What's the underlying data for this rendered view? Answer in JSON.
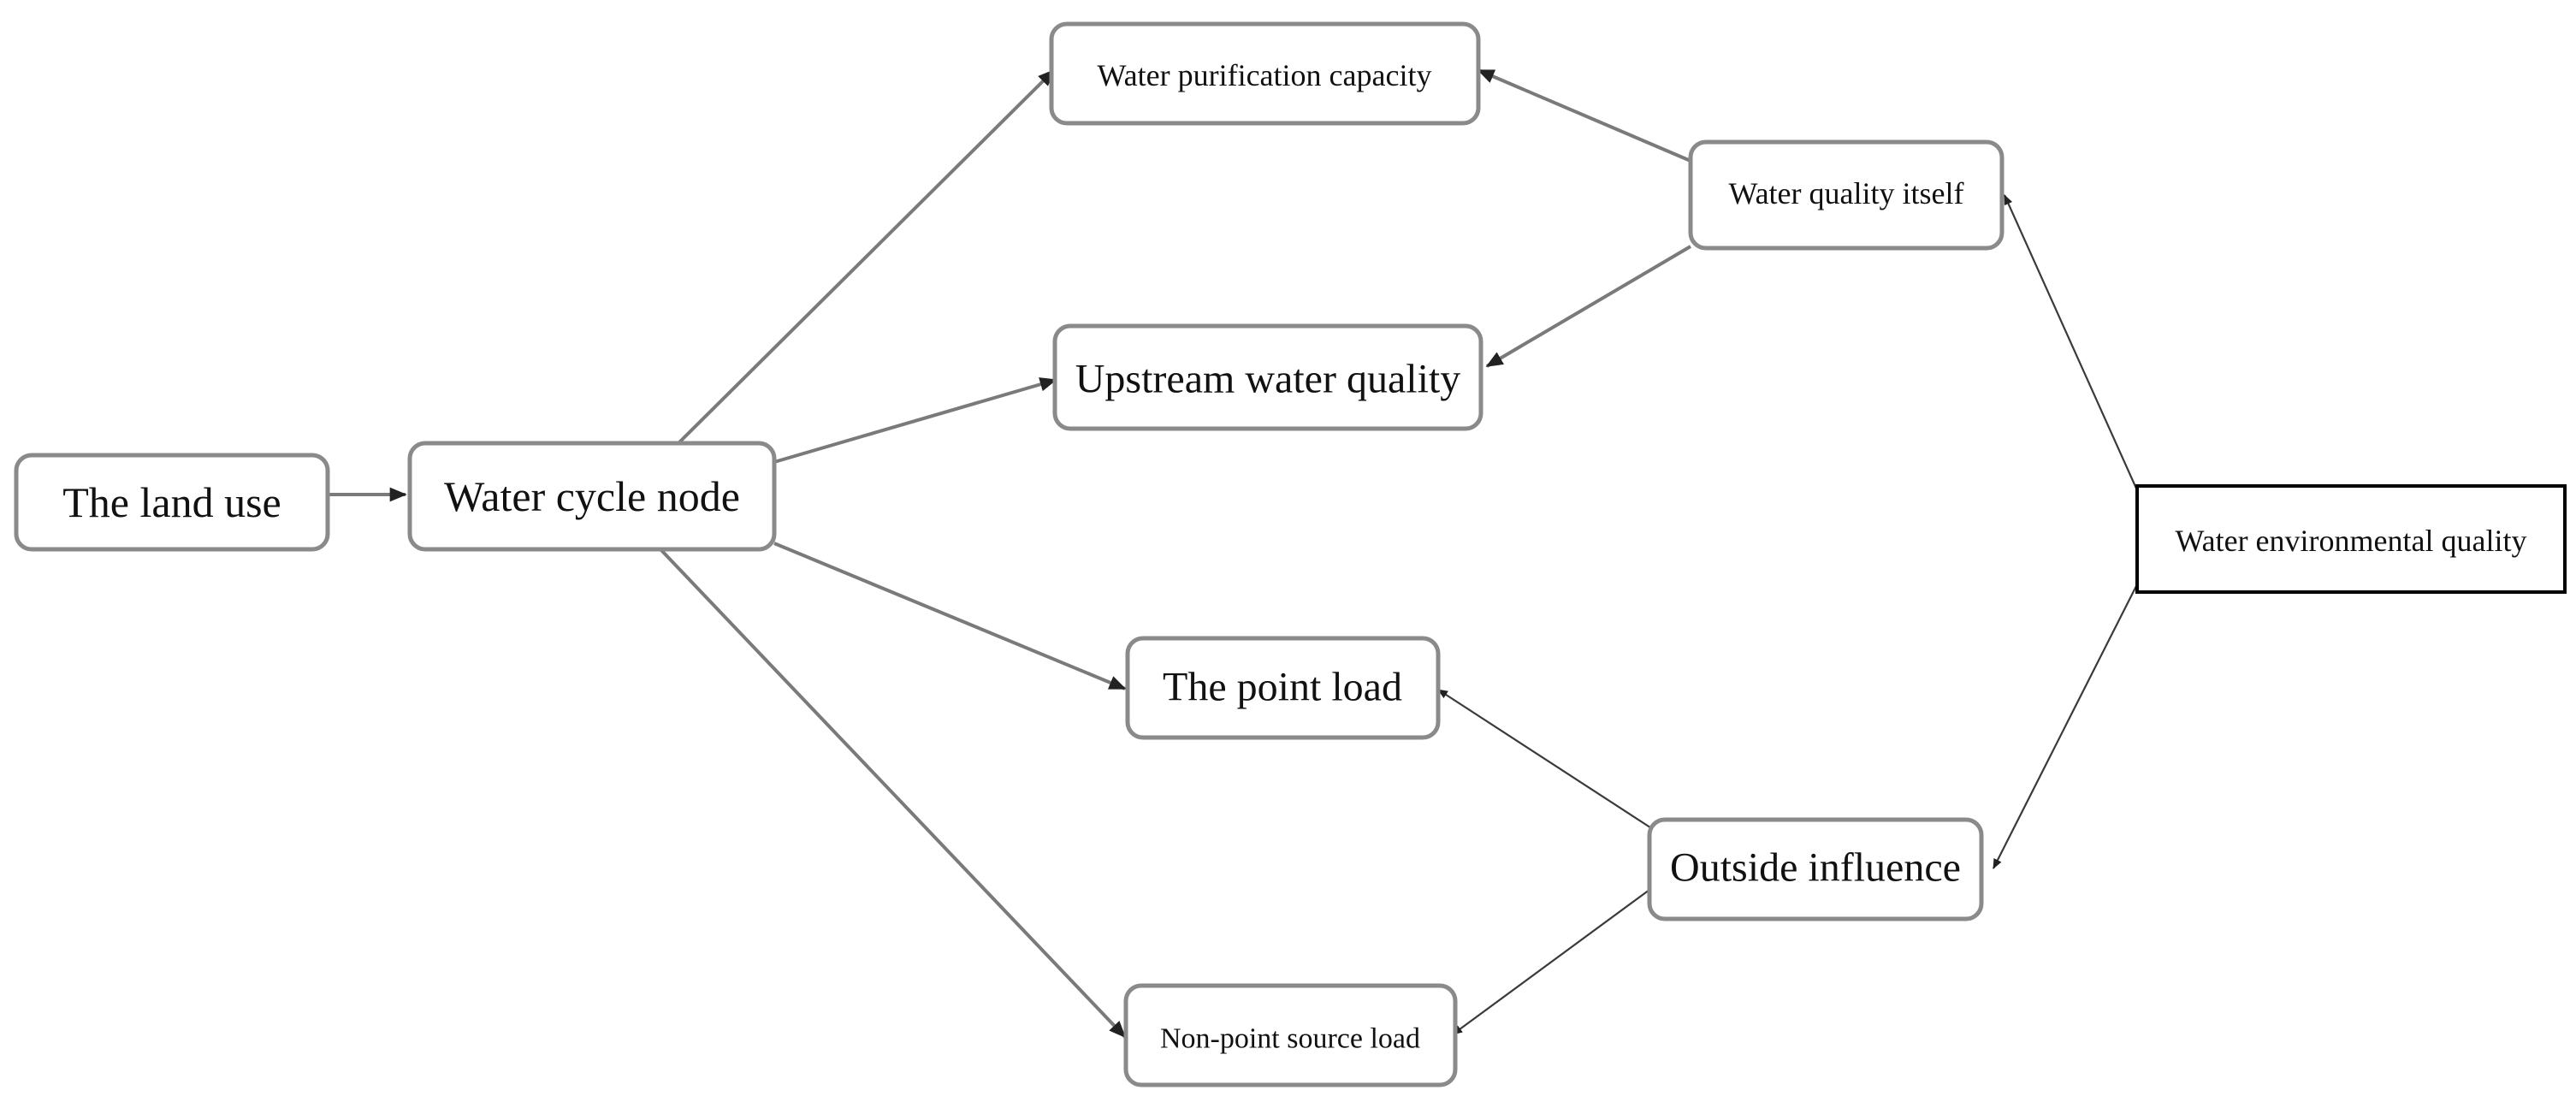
{
  "nodes": {
    "land_use": "The land use",
    "water_cycle_node": "Water cycle node",
    "water_purification": "Water purification capacity",
    "upstream_quality": "Upstream water quality",
    "point_load": "The point load",
    "non_point_load": "Non-point source load",
    "water_quality_itself": "Water quality itself",
    "outside_influence": "Outside influence",
    "water_env_quality": "Water environmental quality"
  },
  "edges": [
    {
      "from": "land_use",
      "to": "water_cycle_node"
    },
    {
      "from": "water_cycle_node",
      "to": "water_purification"
    },
    {
      "from": "water_cycle_node",
      "to": "upstream_quality"
    },
    {
      "from": "water_cycle_node",
      "to": "point_load"
    },
    {
      "from": "water_cycle_node",
      "to": "non_point_load"
    },
    {
      "from": "water_quality_itself",
      "to": "water_purification"
    },
    {
      "from": "water_quality_itself",
      "to": "upstream_quality"
    },
    {
      "from": "outside_influence",
      "to": "point_load"
    },
    {
      "from": "outside_influence",
      "to": "non_point_load"
    },
    {
      "from": "water_env_quality",
      "to": "water_quality_itself"
    },
    {
      "from": "water_env_quality",
      "to": "outside_influence"
    }
  ]
}
